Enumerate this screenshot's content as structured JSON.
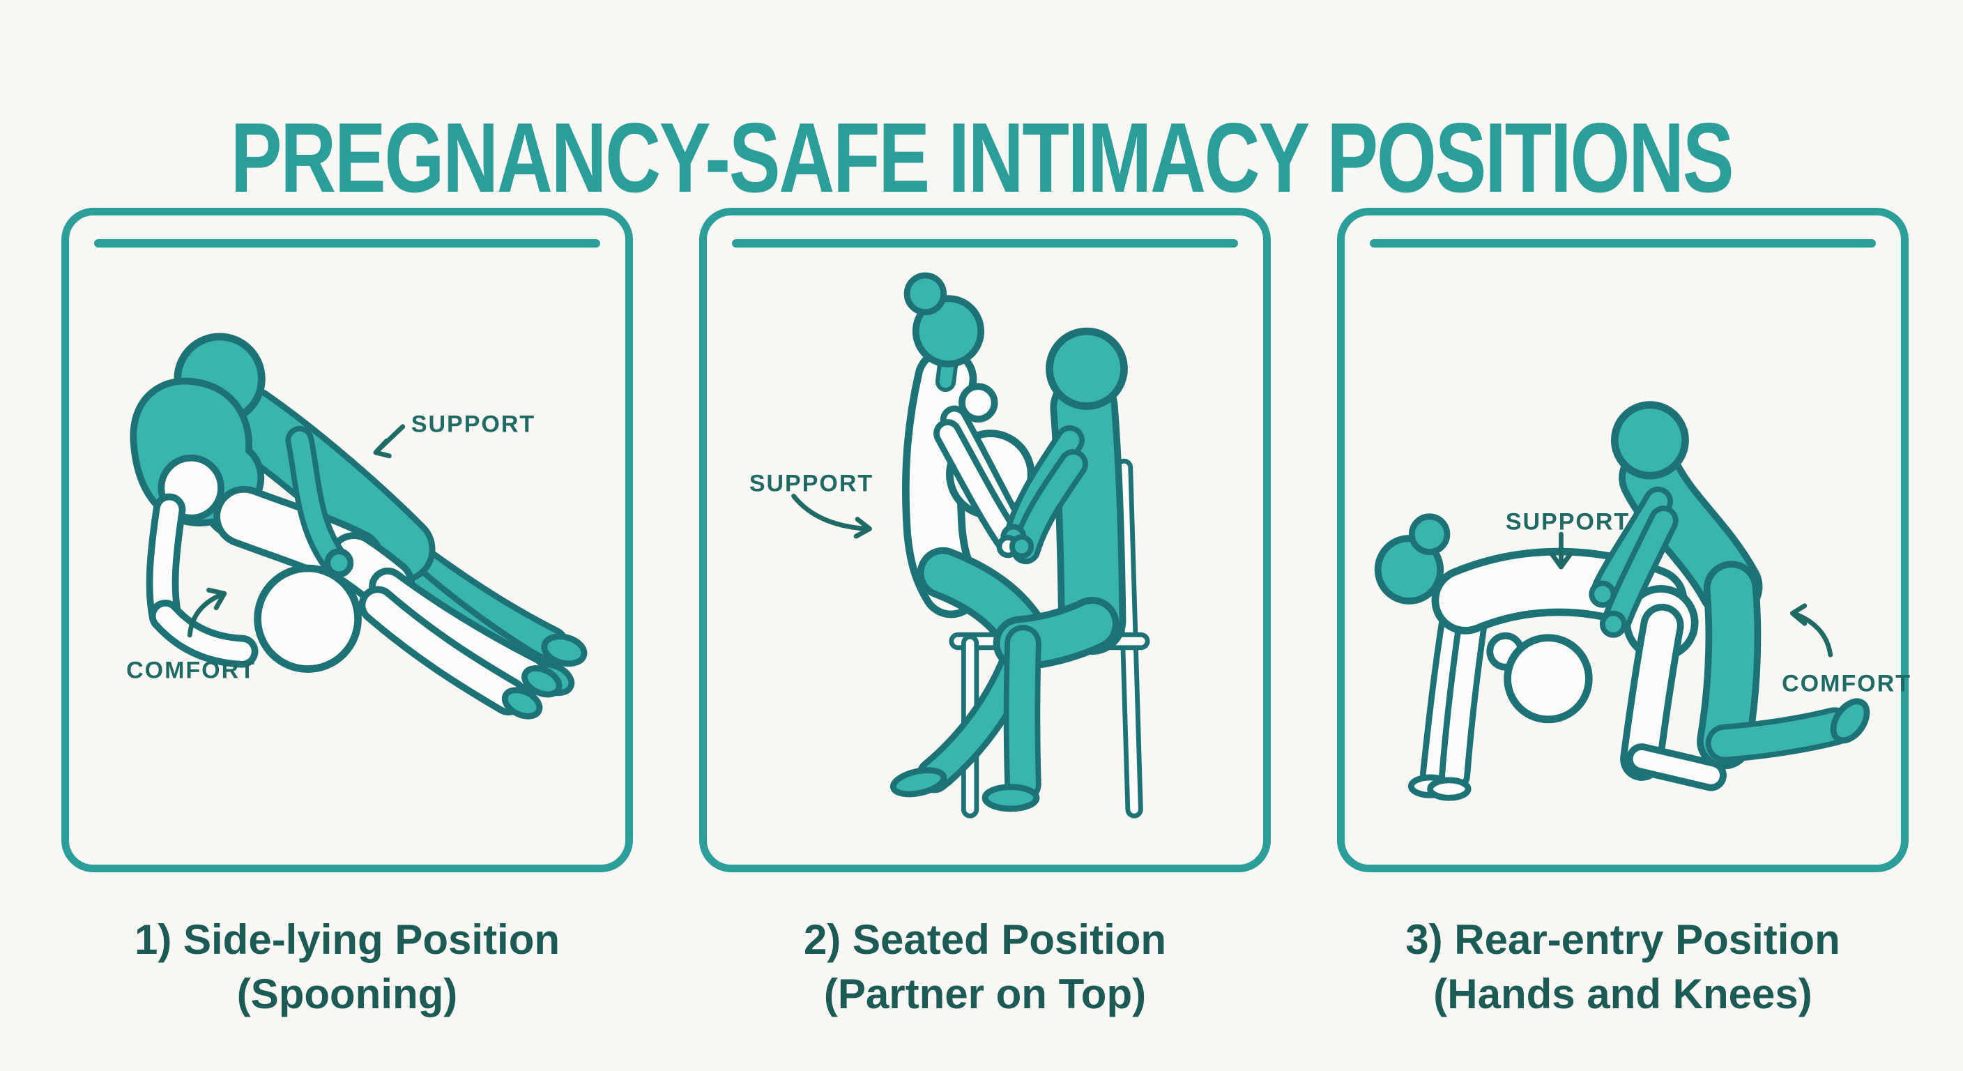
{
  "title": "PREGNANCY-SAFE INTIMACY POSITIONS",
  "colors": {
    "background": "#f8f7f4",
    "accent": "#2b9e9a",
    "figure_fill": "#3ab5ac",
    "figure_outline": "#1d7276",
    "label_text": "#206a66",
    "caption_text": "#1b5a55"
  },
  "panels": [
    {
      "name": "side-lying",
      "support_label": "SUPPORT",
      "comfort_label": "COMFORT",
      "caption_line1": "1) Side-lying Position",
      "caption_line2": "(Spooning)"
    },
    {
      "name": "seated",
      "support_label": "SUPPORT",
      "caption_line1": "2) Seated Position",
      "caption_line2": "(Partner on Top)"
    },
    {
      "name": "rear-entry",
      "support_label": "SUPPORT",
      "comfort_label": "COMFORT",
      "caption_line1": "3) Rear-entry Position",
      "caption_line2": "(Hands and Knees)"
    }
  ]
}
